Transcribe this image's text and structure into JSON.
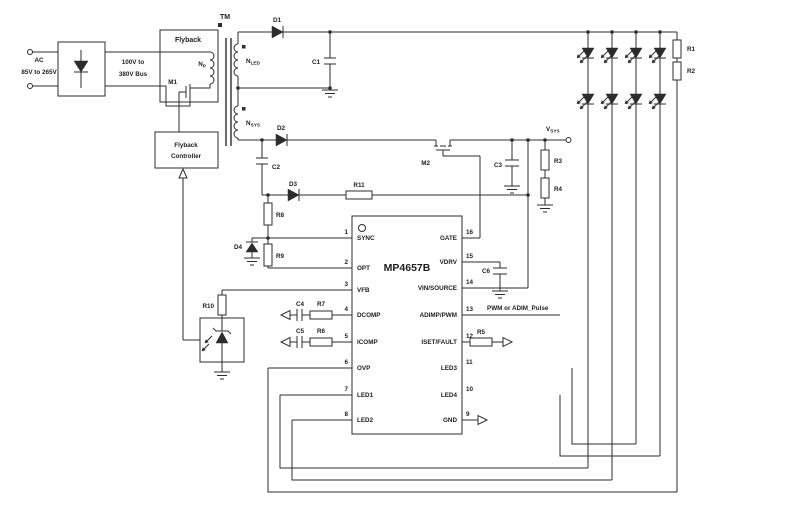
{
  "page": {
    "background": "#ffffff",
    "ink": "#2c2c2c"
  },
  "input": {
    "ac": "AC",
    "ac_range": "85V to 265V",
    "bus_line1": "100V to",
    "bus_line2": "380V Bus"
  },
  "flyback": {
    "label": "Flyback",
    "mosfet": "M1",
    "primary_main": "N",
    "primary_sub": "P",
    "controller_line1": "Flyback",
    "controller_line2": "Controller"
  },
  "transformer": {
    "name": "TM",
    "led_winding_main": "N",
    "led_winding_sub": "LED",
    "sys_winding_main": "N",
    "sys_winding_sub": "SYS"
  },
  "components": {
    "d1": "D1",
    "d2": "D2",
    "d3": "D3",
    "d4": "D4",
    "c1": "C1",
    "c2": "C2",
    "c3": "C3",
    "c4": "C4",
    "c5": "C5",
    "c6": "C6",
    "r1": "R1",
    "r2": "R2",
    "r3": "R3",
    "r4": "R4",
    "r5": "R5",
    "r6": "R6",
    "r7": "R7",
    "r8": "R8",
    "r9": "R9",
    "r10": "R10",
    "r11": "R11",
    "m2": "M2"
  },
  "nets": {
    "vsys_main": "V",
    "vsys_sub": "SYS",
    "pwm_note": "PWM or ADIM_Pulse"
  },
  "ic": {
    "name": "MP4657B",
    "left_pins": [
      {
        "num": "1",
        "name": "SYNC"
      },
      {
        "num": "2",
        "name": "OPT"
      },
      {
        "num": "3",
        "name": "VFB"
      },
      {
        "num": "4",
        "name": "DCOMP"
      },
      {
        "num": "5",
        "name": "ICOMP"
      },
      {
        "num": "6",
        "name": "OVP"
      },
      {
        "num": "7",
        "name": "LED1"
      },
      {
        "num": "8",
        "name": "LED2"
      }
    ],
    "right_pins": [
      {
        "num": "16",
        "name": "GATE"
      },
      {
        "num": "15",
        "name": "VDRV"
      },
      {
        "num": "14",
        "name": "VIN/SOURCE"
      },
      {
        "num": "13",
        "name": "ADIMP/PWM"
      },
      {
        "num": "12",
        "name": "ISET/FAULT"
      },
      {
        "num": "11",
        "name": "LED3"
      },
      {
        "num": "10",
        "name": "LED4"
      },
      {
        "num": "9",
        "name": "GND"
      }
    ]
  }
}
